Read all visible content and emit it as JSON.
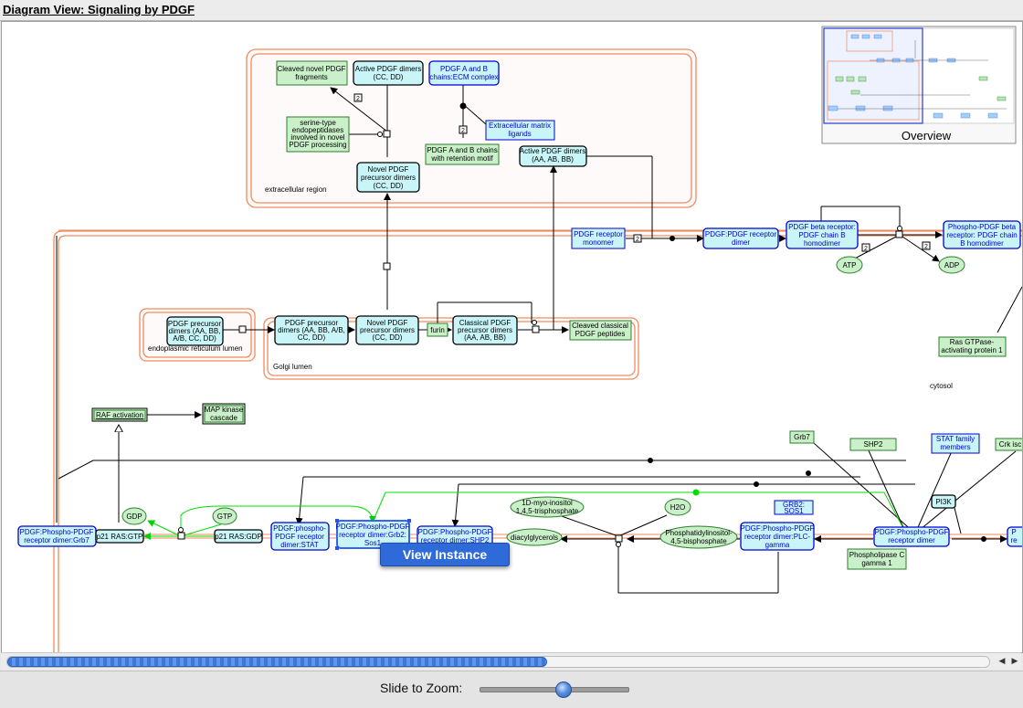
{
  "window": {
    "title": "Diagram View: Signaling by PDGF"
  },
  "overview": {
    "label": "Overview"
  },
  "compartments": {
    "extracellular": "extracellular region",
    "er": "endoplasmic reticulum lumen",
    "golgi": "Golgi lumen",
    "cytosol": "cytosol"
  },
  "nodes": {
    "cleaved_novel": [
      "Cleaved novel PDGF",
      "fragments"
    ],
    "active_cc_dd": [
      "Active PDGF dimers",
      "(CC, DD)"
    ],
    "pdgf_ab_ecm": [
      "PDGF A and B",
      "chains:ECM complex"
    ],
    "serine_prot": [
      "serine-type",
      "endopeptidases",
      "involved in novel",
      "PDGF processing"
    ],
    "ecm_ligands": [
      "Extracellular matrix",
      "ligands"
    ],
    "pdgf_ab_retention": [
      "PDGF A and B chains",
      "with retention motif"
    ],
    "active_aa_ab_bb": [
      "Active PDGF dimers",
      "(AA, AB, BB)"
    ],
    "novel_precursor_ex": [
      "Novel PDGF",
      "precursor dimers",
      "(CC, DD)"
    ],
    "receptor_monomer": [
      "PDGF receptor",
      "monomer"
    ],
    "pdgf_receptor_dimer": [
      "PDGF:PDGF receptor",
      "dimer"
    ],
    "beta_receptor": [
      "PDGF beta receptor:",
      "PDGF chain B",
      "homodimer"
    ],
    "phospho_beta": [
      "Phospho-PDGF beta",
      "receptor: PDGF chain",
      "B homodimer"
    ],
    "atp": "ATP",
    "adp": "ADP",
    "precursor_er": [
      "PDGF precursor",
      "dimers  (AA, BB,",
      "A/B, CC, DD)"
    ],
    "precursor_golgi": [
      "PDGF precursor",
      "dimers (AA, BB, A/B,",
      "CC, DD)"
    ],
    "novel_precursor_golgi": [
      "Novel PDGF",
      "precursor dimers",
      "(CC, DD)"
    ],
    "furin": "furin",
    "classical_precursor": [
      "Classical PDGF",
      "precursor dimers",
      "(AA, AB, BB)"
    ],
    "cleaved_classical": [
      "Cleaved classical",
      "PDGF peptides"
    ],
    "ras_gap": [
      "Ras GTPase-",
      "activating protein 1"
    ],
    "raf_activation": "RAF activation",
    "map_kinase": [
      "MAP kinase",
      "cascade"
    ],
    "grb7": "Grb7",
    "shp2": "SHP2",
    "stat_family": [
      "STAT family",
      "members"
    ],
    "crk": "Crk isc",
    "gdp": "GDP",
    "gtp": "GTP",
    "grb7_complex": [
      "PDGF:Phospho-PDGF",
      "receptor dimer:Grb7"
    ],
    "ras_gtp": "p21 RAS:GTP",
    "ras_gdp": "p21 RAS:GDP",
    "stat_complex": [
      "PDGF:phospho-",
      "PDGF receptor",
      "dimer:STAT"
    ],
    "grb2_sos1": [
      "PDGF:Phospho-PDGF",
      "receptor dimer:Grb2:",
      "Sos1"
    ],
    "shp2_complex": [
      "PDGF:Phospho-PDGF",
      "receptor dimer:SHP2"
    ],
    "ip3": [
      "1D-myo-inositol",
      "1,4,5-trisphosphate"
    ],
    "h2o": "H2O",
    "grb2_sos1_small": [
      "GRB2:",
      "SOS1"
    ],
    "pi3k": "PI3K",
    "dag": "diacylglycerols",
    "pip2": [
      "Phosphatidylinositol-",
      "4,5-bisphosphate"
    ],
    "plcg_complex": [
      "PDGF:Phospho-PDGF",
      "receptor dimer:PLC-",
      "gamma"
    ],
    "phospho_receptor": [
      "PDGF:Phospho-PDGF",
      "receptor dimer"
    ],
    "plcg1": [
      "Phospholipase C",
      "gamma 1"
    ],
    "p_right": [
      "P",
      "re"
    ]
  },
  "stoich": {
    "two": "2"
  },
  "popup": {
    "label": "View Instance"
  },
  "zoom": {
    "label": "Slide to Zoom:",
    "level": 0.56
  },
  "hscroll": {
    "thumb_fraction": 0.55
  },
  "colors": {
    "compartment": "#f08a5d",
    "complex_fill": "#c9f5f8",
    "entity_fill": "#c9f0c9",
    "blue_text": "#0000d0",
    "selection": "#3a64f0",
    "green_edge": "#00e000"
  }
}
